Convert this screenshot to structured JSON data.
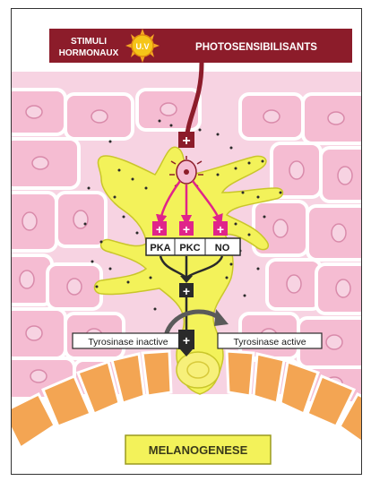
{
  "banner": {
    "stimuli_line1": "STIMULI",
    "stimuli_line2": "HORMONAUX",
    "uv_label": "U.V",
    "photo_label": "PHOTOSENSIBILISANTS"
  },
  "signals": {
    "plus_top": "+",
    "pka": "PKA",
    "pkc": "PKC",
    "no": "NO",
    "plus_mid": "+",
    "plus_low": "+"
  },
  "tyrosinase": {
    "inactive": "Tyrosinase inactive",
    "active": "Tyrosinase active"
  },
  "bottom": {
    "melanogenese": "MELANOGENESE"
  },
  "colors": {
    "banner": "#8c1c2a",
    "cell": "#f5bcd2",
    "cell_border": "#ffffff",
    "melanocyte": "#f3f25a",
    "basal": "#f3a553",
    "magenta": "#e0248a",
    "dark": "#2a2a2a"
  }
}
